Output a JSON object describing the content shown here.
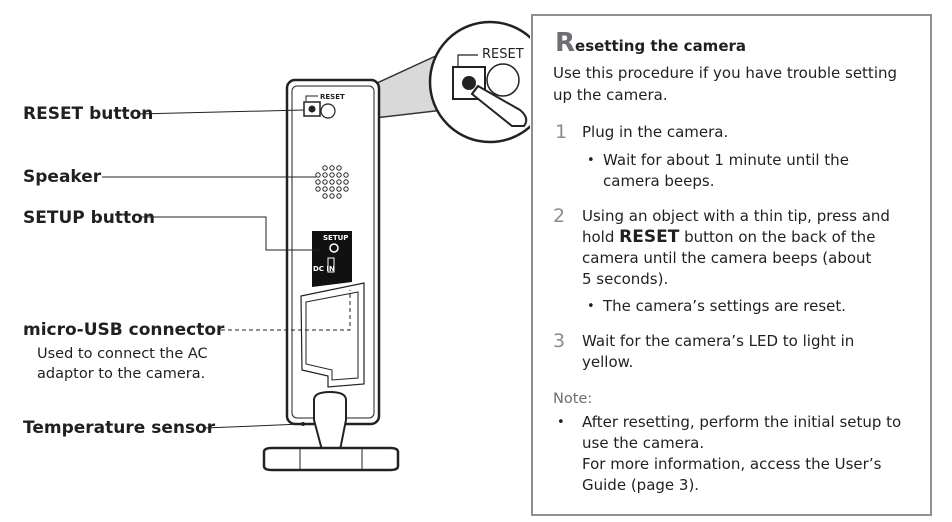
{
  "callouts": {
    "reset_button": "RESET button",
    "speaker": "Speaker",
    "setup_button": "SETUP button",
    "micro_usb": "micro-USB connector",
    "micro_usb_desc_line1": "Used to connect the AC",
    "micro_usb_desc_line2": "adaptor to the camera.",
    "temp_sensor": "Temperature sensor"
  },
  "device": {
    "reset_small_label": "RESET",
    "reset_zoom_label": "RESET",
    "setup_label": "SETUP",
    "dc_in_label": "DC IN"
  },
  "panel": {
    "title_initial": "R",
    "title_rest": "esetting the camera",
    "intro_line1": "Use this procedure if you have trouble setting",
    "intro_line2": "up the camera.",
    "steps": [
      {
        "number": "1",
        "line1": "Plug in the camera.",
        "bullet_line1": "Wait for about 1 minute until the",
        "bullet_line2": "camera beeps."
      },
      {
        "number": "2",
        "line1": "Using an object with a thin tip, press and",
        "line2_prefix": "hold ",
        "line2_bold": "RESET",
        "line2_suffix": " button on the back of the",
        "line3": "camera until the camera beeps (about",
        "line4": "5 seconds).",
        "bullet_line1": "The camera’s settings are reset."
      },
      {
        "number": "3",
        "line1": "Wait for the camera’s LED to light in",
        "line2": "yellow."
      }
    ],
    "note_label": "Note:",
    "note_line1": "After resetting, perform the initial setup to",
    "note_line2": "use the camera.",
    "note_line3": "For more information, access the User’s",
    "note_line4": "Guide (page 3)."
  }
}
